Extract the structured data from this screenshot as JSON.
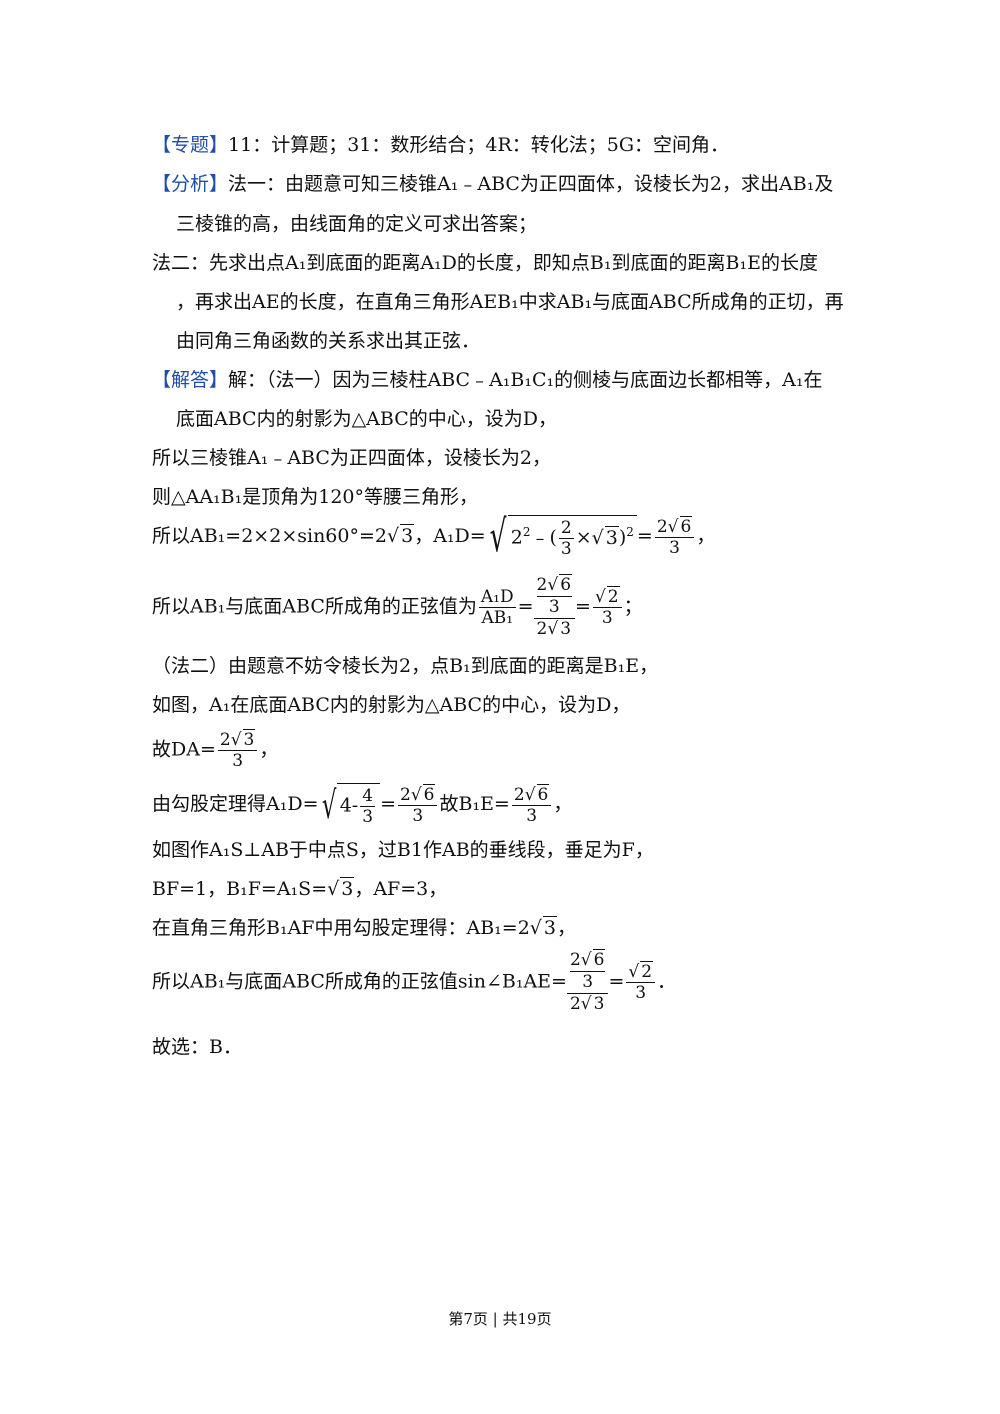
{
  "labels": {
    "topic": "【专题】",
    "analysis": "【分析】",
    "solution": "【解答】"
  },
  "topic_text": "11：计算题；31：数形结合；4R：转化法；5G：空间角．",
  "analysis": {
    "l1": "法一：由题意可知三棱锥A₁﹣ABC为正四面体，设棱长为2，求出AB₁及",
    "l2": "三棱锥的高，由线面角的定义可求出答案；",
    "l3": "法二：先求出点A₁到底面的距离A₁D的长度，即知点B₁到底面的距离B₁E的长度",
    "l4": "，再求出AE的长度，在直角三角形AEB₁中求AB₁与底面ABC所成角的正切，再",
    "l5": "由同角三角函数的关系求出其正弦．"
  },
  "solution": {
    "l1": "解：（法一）因为三棱柱ABC﹣A₁B₁C₁的侧棱与底面边长都相等，A₁在",
    "l2": "底面ABC内的射影为△ABC的中心，设为D，",
    "l3": "所以三棱锥A₁﹣ABC为正四面体，设棱长为2，",
    "l4": "则△AA₁B₁是顶角为120°等腰三角形，",
    "l5_a": "所以AB₁=2×2×sin60°=2",
    "l5_b": "3",
    "l5_c": "，A₁D=",
    "l5_d": "2",
    "l5_e": "2",
    "l5_f": "﹣(",
    "l5_g": "2",
    "l5_h": "3",
    "l5_i": "×",
    "l5_j": "3",
    "l5_k": ")",
    "l5_l": "2",
    "l5_m": "=",
    "l5_n": "2",
    "l5_o": "6",
    "l5_p": "3",
    "l5_q": "，",
    "l6_a": "所以AB₁与底面ABC所成角的正弦值为",
    "l6_b": "A₁D",
    "l6_c": "AB₁",
    "l6_d": "=",
    "l6_e": "2",
    "l6_f": "6",
    "l6_g": "3",
    "l6_h": "2",
    "l6_i": "3",
    "l6_j": "=",
    "l6_k": "2",
    "l6_l": "3",
    "l6_m": "；",
    "l7": "（法二）由题意不妨令棱长为2，点B₁到底面的距离是B₁E，",
    "l8": "如图，A₁在底面ABC内的射影为△ABC的中心，设为D，",
    "l9_a": "故DA=",
    "l9_b": "2",
    "l9_c": "3",
    "l9_d": "3",
    "l9_e": "，",
    "l10_a": "由勾股定理得A₁D=",
    "l10_b": "4-",
    "l10_c": "4",
    "l10_d": "3",
    "l10_e": "=",
    "l10_f": "2",
    "l10_g": "6",
    "l10_h": "3",
    "l10_i": "故B₁E=",
    "l10_j": "2",
    "l10_k": "6",
    "l10_l": "3",
    "l10_m": "，",
    "l11": "如图作A₁S⊥AB于中点S，过B1作AB的垂线段，垂足为F，",
    "l12_a": "BF=1，B₁F=A₁S=",
    "l12_b": "3",
    "l12_c": "，AF=3，",
    "l13_a": "在直角三角形B₁AF中用勾股定理得：AB₁=2",
    "l13_b": "3",
    "l13_c": "，",
    "l14_a": "所以AB₁与底面ABC所成角的正弦值sin∠B₁AE=",
    "l14_b": "2",
    "l14_c": "6",
    "l14_d": "3",
    "l14_e": "2",
    "l14_f": "3",
    "l14_g": "=",
    "l14_h": "2",
    "l14_i": "3",
    "l14_j": "．",
    "l15": "故选：B．"
  },
  "footer": "第7页 | 共19页",
  "colors": {
    "tag": "#1f4fa8",
    "text": "#111111"
  }
}
